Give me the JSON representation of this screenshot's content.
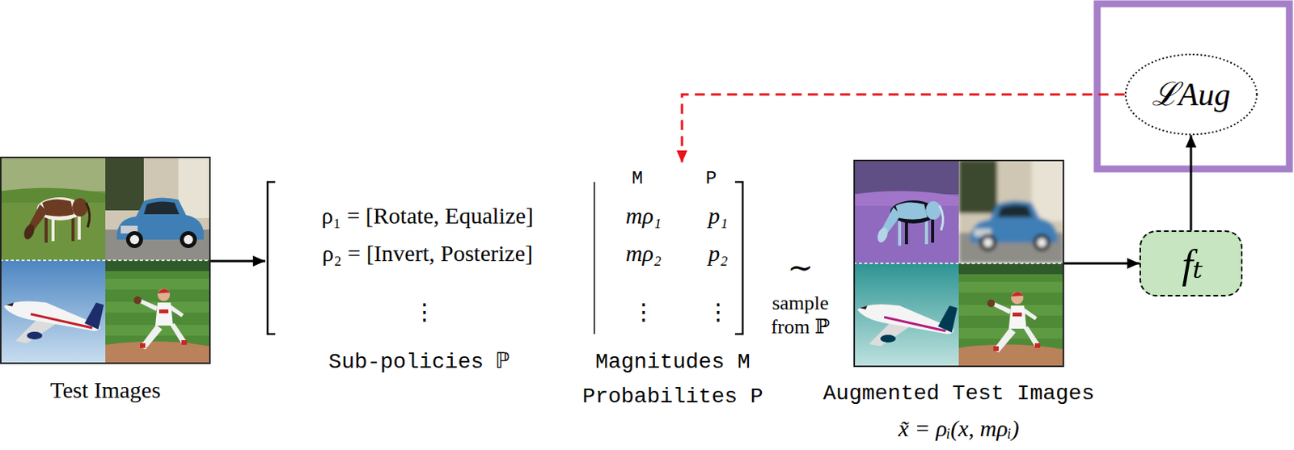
{
  "diagram": {
    "nodes": [
      {
        "text": [
          "Test Images"
        ]
      },
      {
        "text": [
          "M",
          "P",
          "ρ₁ = [Rotate, Equalize]",
          "mρ₁",
          "p₁",
          "ρ₂ = [Invert, Posterize]",
          "mρ₂",
          "p₂",
          "⋮",
          "⋮",
          "⋮",
          "Sub-policies ℙ",
          "Magnitudes M",
          "Probabilites P"
        ]
      },
      {
        "text": [
          "Augmented Test Images",
          "x̃ = ρᵢ(x, mρᵢ)"
        ]
      },
      {
        "text": [
          "fₜ"
        ]
      },
      {
        "text": [
          "ℒAug"
        ]
      }
    ],
    "edges": [
      {
        "from": 0,
        "to": 1,
        "arrow": "to"
      },
      {
        "from": 2,
        "to": 3,
        "arrow": "to"
      },
      {
        "from": 3,
        "to": 4,
        "arrow": "to"
      },
      {
        "from": 4,
        "to": 1,
        "arrow": "to"
      }
    ],
    "labels": [
      "∼",
      "sample from ℙ"
    ]
  }
}
